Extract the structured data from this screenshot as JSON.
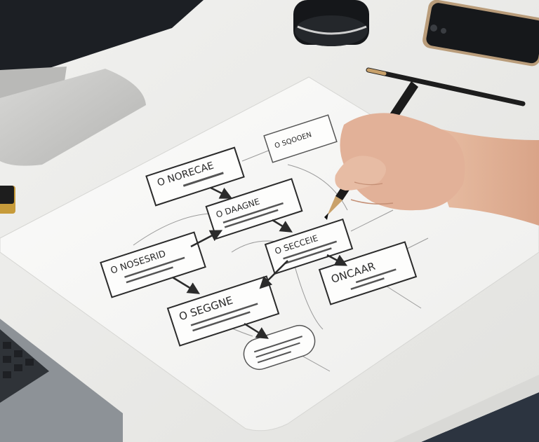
{
  "scene": {
    "description_colors": {
      "desk": "#f3f3f1",
      "paper": "#fbfbfa",
      "ink": "#2b2b2b",
      "pen": "#1b1b1b",
      "skin": "#e4b79e",
      "monitor_stand": "#c9c9c9"
    }
  },
  "flowchart": {
    "box_top": "O NORECAE",
    "box_top_right": "O SQOOEN",
    "box_middle": "O DAAGNE",
    "box_left": "O NOSESRID",
    "box_center_right": "O SECCEIE",
    "box_right": "ONCAAR",
    "box_bottom": "O SEGGNE"
  }
}
